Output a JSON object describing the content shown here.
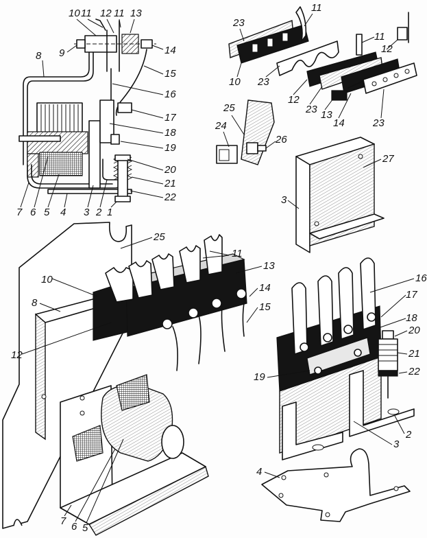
{
  "figure": {
    "subject": "Electromagnetic relay — cross-section and exploded views",
    "colors": {
      "ink": "#111111",
      "paper": "#ffffff"
    },
    "views": [
      {
        "id": "cross-section",
        "labels": [
          "1",
          "2",
          "3",
          "4",
          "5",
          "6",
          "7",
          "8",
          "9",
          "10",
          "11",
          "11",
          "12",
          "13",
          "14",
          "15",
          "16",
          "17",
          "18",
          "19",
          "20",
          "21",
          "22"
        ]
      },
      {
        "id": "contact-block-exploded",
        "labels": [
          "23",
          "11",
          "10",
          "23",
          "11",
          "12",
          "12",
          "23",
          "13",
          "14",
          "23"
        ]
      },
      {
        "id": "terminal-bracket",
        "labels": [
          "25",
          "24",
          "26"
        ]
      },
      {
        "id": "cover-plate",
        "labels": [
          "27",
          "3"
        ]
      },
      {
        "id": "assembled-front",
        "labels": [
          "25",
          "11",
          "13",
          "10",
          "14",
          "8",
          "15",
          "12",
          "7",
          "6",
          "5"
        ]
      },
      {
        "id": "assembled-rear",
        "labels": [
          "16",
          "17",
          "18",
          "20",
          "21",
          "22",
          "19",
          "2",
          "3",
          "4"
        ]
      }
    ]
  },
  "labels": {
    "cs_10": "10",
    "cs_11a": "11",
    "cs_12": "12",
    "cs_11b": "11",
    "cs_13": "13",
    "cs_9": "9",
    "cs_14": "14",
    "cs_8": "8",
    "cs_15": "15",
    "cs_16": "16",
    "cs_17": "17",
    "cs_18": "18",
    "cs_19": "19",
    "cs_20": "20",
    "cs_21": "21",
    "cs_22": "22",
    "cs_7": "7",
    "cs_6": "6",
    "cs_5": "5",
    "cs_4": "4",
    "cs_3": "3",
    "cs_2": "2",
    "cs_1": "1",
    "ex_23a": "23",
    "ex_11a": "11",
    "ex_10": "10",
    "ex_23b": "23",
    "ex_11b": "11",
    "ex_12a": "12",
    "ex_12b": "12",
    "ex_23c": "23",
    "ex_13": "13",
    "ex_14": "14",
    "ex_23d": "23",
    "br_25": "25",
    "br_24": "24",
    "br_26": "26",
    "cv_27": "27",
    "cv_3": "3",
    "af_25": "25",
    "af_11": "11",
    "af_13": "13",
    "af_10": "10",
    "af_14": "14",
    "af_8": "8",
    "af_15": "15",
    "af_12": "12",
    "af_7": "7",
    "af_6": "6",
    "af_5": "5",
    "ar_16": "16",
    "ar_17": "17",
    "ar_18": "18",
    "ar_20": "20",
    "ar_21": "21",
    "ar_22": "22",
    "ar_19": "19",
    "ar_2": "2",
    "ar_3": "3",
    "ar_4": "4"
  }
}
